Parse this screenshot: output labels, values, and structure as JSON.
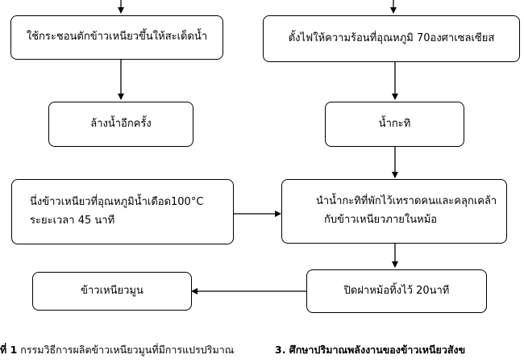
{
  "left_column": {
    "step_scoop": "ใช้กระชอนตักข้าวเหนียวขึ้นให้สะเด็ดน้ำ",
    "step_rinse": "ล้างน้ำอีกครั้ง",
    "step_steam_line1": "นึ่งข้าวเหนียวที่อุณหภูมิน้ำเดือด100°C",
    "step_steam_line2": "ระยะเวลา 45 นาที",
    "result": "ข้าวเหนียวมูน"
  },
  "right_column": {
    "step_heat": "ตั้งไฟให้ความร้อนที่อุณหภูมิ 70องศาเซลเซียส",
    "step_coconut_milk": "น้ำกะทิ",
    "step_mix_line1": "นำน้ำกะทิที่พักไว้เทราดคนและคลุกเคล้า",
    "step_mix_line2": "กับข้าวเหนียวภายในหม้อ",
    "step_rest": "ปิดฝาหม้อทิ้งไว้ 20นาที"
  },
  "captions": {
    "figure_caption_bold": "ที่ 1",
    "figure_caption_text": " กรรมวิธีการผลิตข้าวเหนียวมูนที่มีการแปรปริมาณ",
    "section_heading": "3.  ศึกษาปริมาณพลังงานของข้าวเหนียวสังข"
  }
}
